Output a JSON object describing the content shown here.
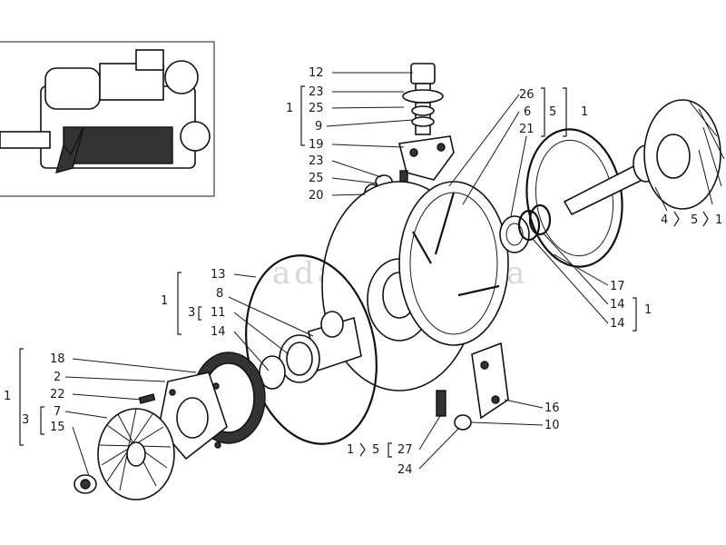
{
  "watermark": "adara.com.ua",
  "inset": {
    "engine_icon": "engine-illustration"
  },
  "callouts": {
    "top": [
      "12",
      "23",
      "25",
      "9",
      "19"
    ],
    "top_group": "1",
    "mid": [
      "23",
      "25",
      "20"
    ],
    "upper_right": {
      "items": [
        "26",
        "6",
        "21"
      ],
      "sub": "5",
      "group": "1"
    },
    "turbine_shaft": {
      "part": "4",
      "sub": "5",
      "group": "1"
    },
    "right_mid": {
      "items": [
        "17",
        "14",
        "14"
      ],
      "group": "1"
    },
    "left_mid": {
      "items": [
        "13",
        "8",
        "11",
        "14"
      ],
      "sub": "3",
      "group": "1"
    },
    "left_low": {
      "items": [
        "18",
        "2",
        "22",
        "7",
        "15"
      ],
      "sub": "3",
      "group": "1"
    },
    "right_low": [
      "16",
      "10"
    ],
    "bottom": {
      "items": [
        "27",
        "24"
      ],
      "sub": "5",
      "group": "1"
    }
  }
}
